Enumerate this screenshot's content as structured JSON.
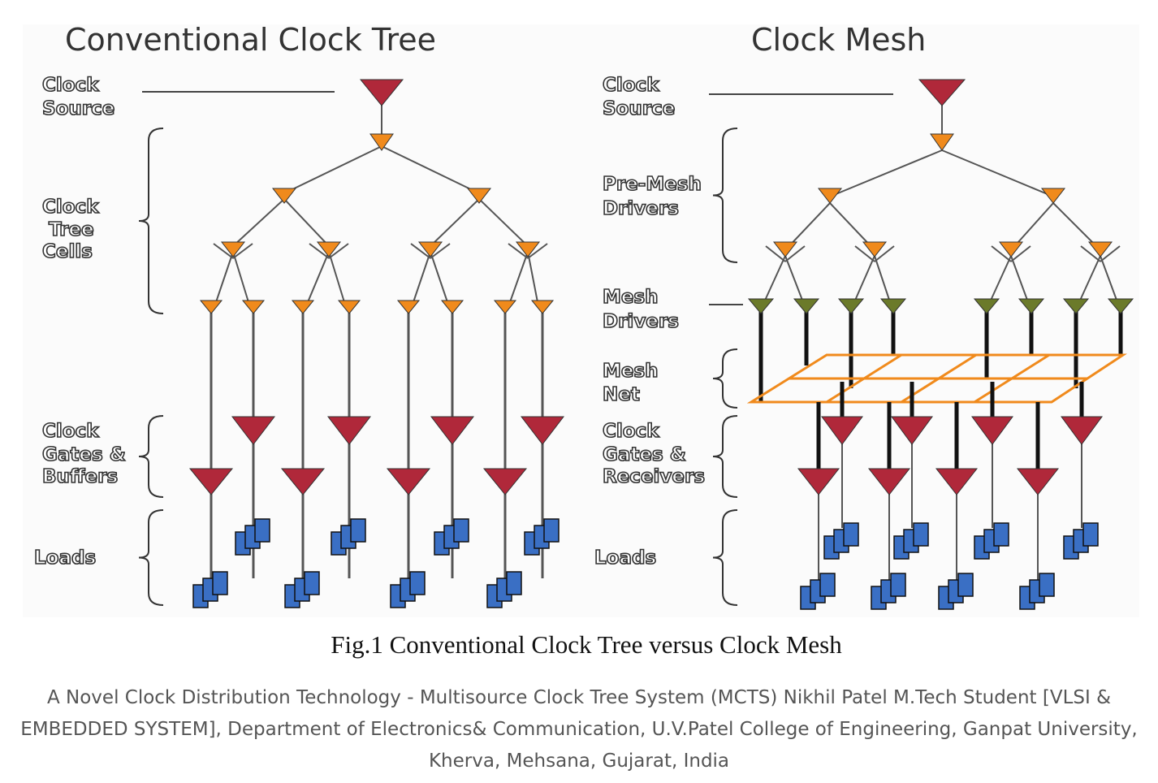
{
  "diagram": {
    "left_title": "Conventional Clock Tree",
    "right_title": "Clock Mesh",
    "left_labels": {
      "clock_source": [
        "Clock",
        "Source"
      ],
      "clock_tree_cells": [
        "Clock",
        "Tree",
        "Cells"
      ],
      "clock_gates_buffers": [
        "Clock",
        "Gates &",
        "Buffers"
      ],
      "loads": "Loads"
    },
    "right_labels": {
      "clock_source": [
        "Clock",
        "Source"
      ],
      "pre_mesh_drivers": [
        "Pre-Mesh",
        "Drivers"
      ],
      "mesh_drivers": [
        "Mesh",
        "Drivers"
      ],
      "mesh_net": [
        "Mesh",
        "Net"
      ],
      "clock_gates_receivers": [
        "Clock",
        "Gates &",
        "Receivers"
      ],
      "loads": "Loads"
    },
    "figure_caption": "Fig.1 Conventional Clock Tree versus Clock Mesh",
    "colors": {
      "source": "#b0283a",
      "tree_cell": "#f08a1c",
      "mesh_driver": "#6b7a2a",
      "mesh_net": "#f08a1c",
      "load": "#3a6fc4"
    }
  },
  "source_caption": "A Novel Clock Distribution Technology - Multisource Clock Tree System (MCTS) Nikhil Patel M.Tech Student [VLSI & EMBEDDED SYSTEM], Department of Electronics& Communication, U.V.Patel College of Engineering, Ganpat University, Kherva, Mehsana, Gujarat, India"
}
